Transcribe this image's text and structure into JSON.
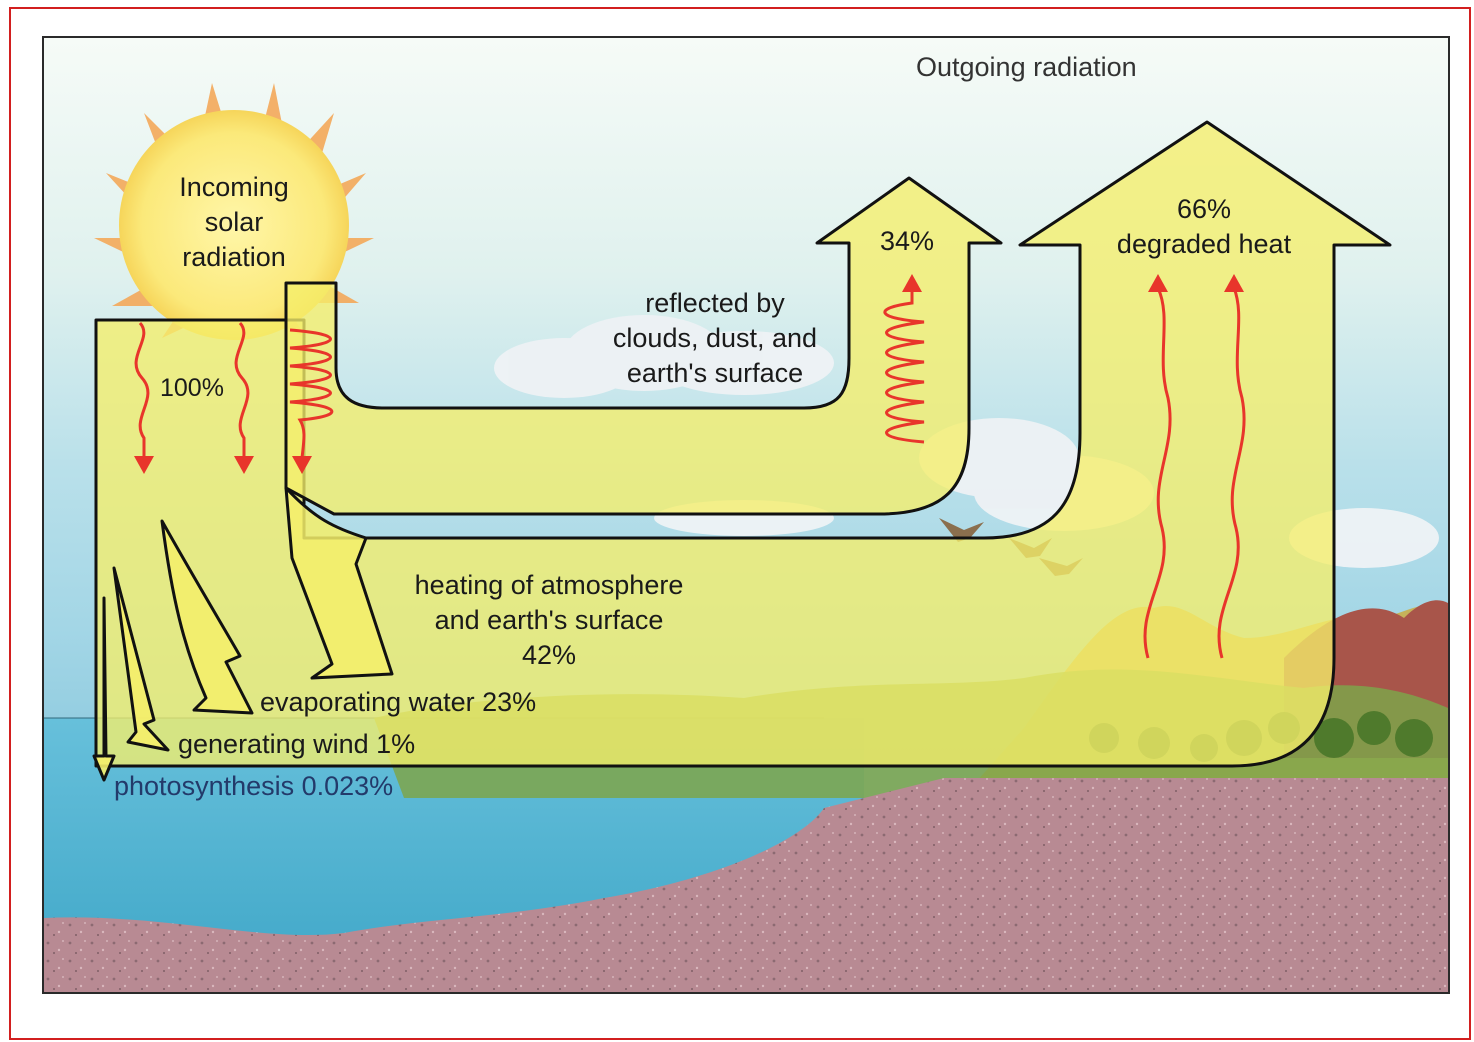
{
  "diagram": {
    "title": "Outgoing radiation",
    "sun_label": [
      "Incoming",
      "solar",
      "radiation"
    ],
    "incoming_percent": "100%",
    "reflected": {
      "percent": "34%",
      "label": [
        "reflected by",
        "clouds, dust, and",
        "earth's surface"
      ]
    },
    "degraded": {
      "percent": "66%",
      "label": "degraded heat"
    },
    "heating": {
      "label": [
        "heating of atmosphere",
        "and earth's surface"
      ],
      "percent": "42%"
    },
    "evaporating": "evaporating water 23%",
    "wind": "generating wind 1%",
    "photosynthesis": "photosynthesis 0.023%",
    "colors": {
      "frame": "#d21f1f",
      "arrow_fill": "#f7f168",
      "wave": "#e8352b",
      "sun_core": "#fbef8a",
      "sun_rays": "#f4a95a",
      "sky_top": "#eef7f1",
      "sky_mid": "#b6dfe9",
      "water": "#56b6d6",
      "ground": "#b88a93",
      "hills": "#c9b75a",
      "vegetation": "#6d9a3c"
    }
  }
}
